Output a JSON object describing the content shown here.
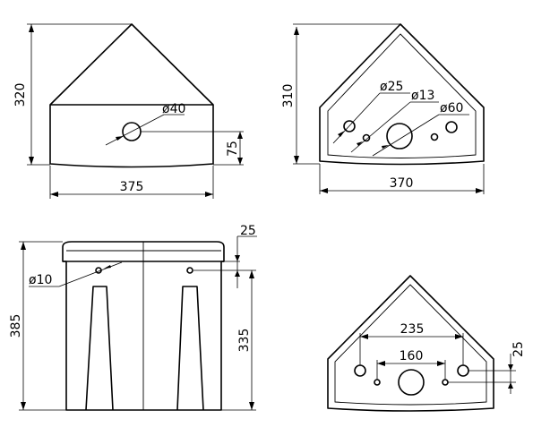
{
  "views": {
    "front": {
      "height_label": "320",
      "width_label": "375",
      "hole_label": "ø40",
      "hole_height_label": "75"
    },
    "top": {
      "height_label": "310",
      "width_label": "370",
      "hole_a_label": "ø25",
      "hole_b_label": "ø13",
      "hole_c_label": "ø60"
    },
    "side": {
      "total_height_label": "385",
      "inner_height_label": "335",
      "top_offset_label": "25",
      "hole_label": "ø10"
    },
    "bottom": {
      "outer_spacing_label": "235",
      "inner_spacing_label": "160",
      "offset_label": "25"
    }
  }
}
